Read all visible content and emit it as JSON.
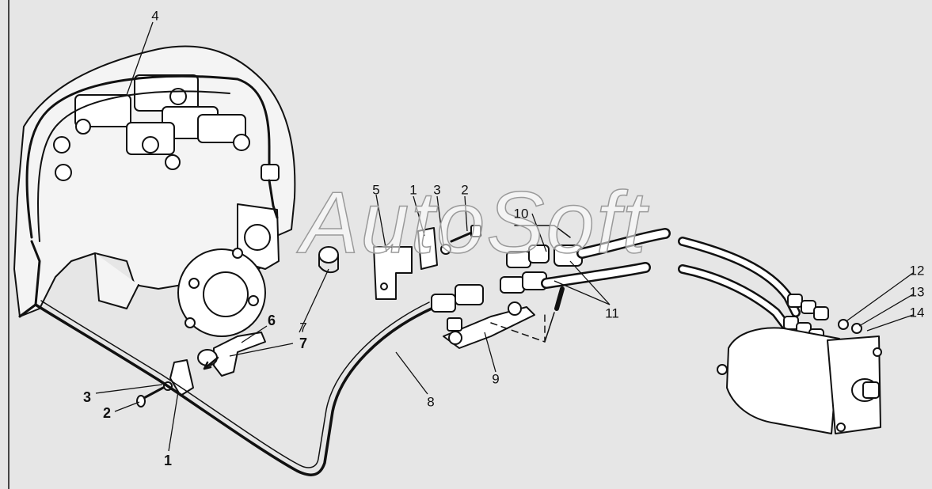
{
  "watermark": "AutoSoft",
  "callouts": {
    "c4": "4",
    "c5": "5",
    "c1_top": "1",
    "c3_top": "3",
    "c2_top": "2",
    "c10": "10",
    "c11": "11",
    "c6": "6",
    "c7_left": "7",
    "c7_mid": "7",
    "c3_left": "3",
    "c2_left": "2",
    "c1_bottom": "1",
    "c8": "8",
    "c9": "9",
    "c12": "12",
    "c13": "13",
    "c14": "14"
  },
  "colors": {
    "background": "#e6e6e6",
    "ink": "#111111"
  }
}
